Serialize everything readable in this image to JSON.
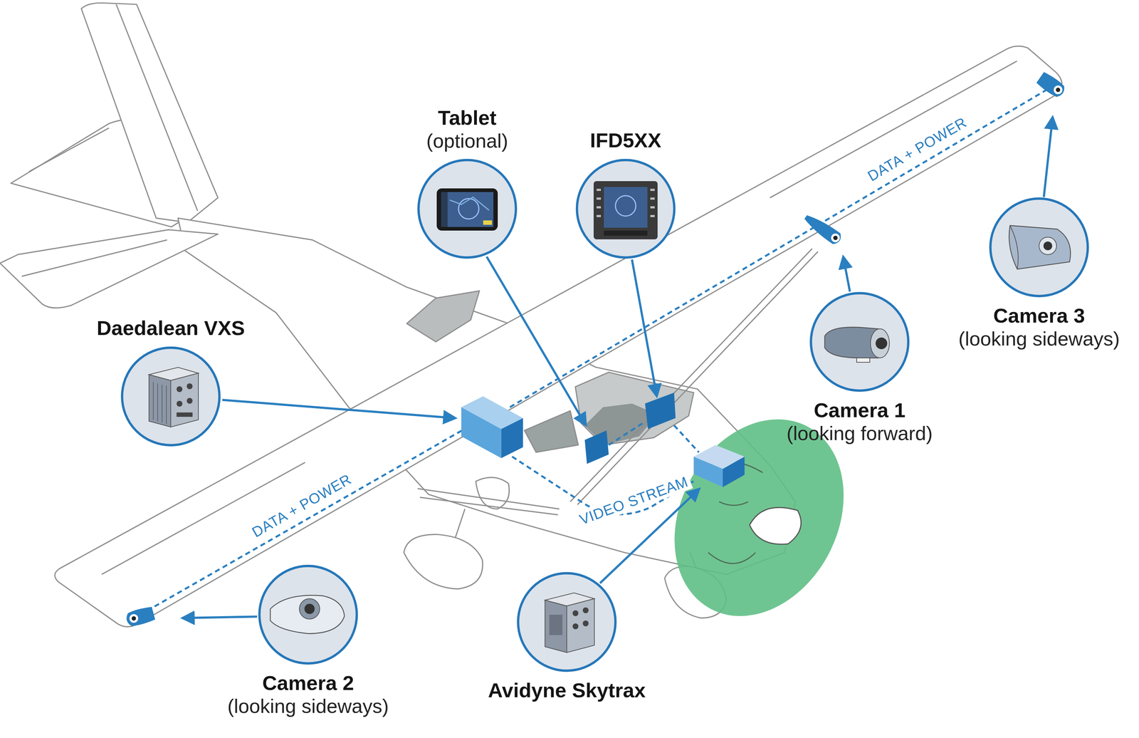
{
  "diagram": {
    "nodes": [
      {
        "text": [
          "Tablet",
          "(optional)"
        ]
      },
      {
        "text": [
          "IFD5XX"
        ]
      },
      {
        "text": [
          "Daedalean VXS"
        ]
      },
      {
        "text": [
          "Camera 3",
          "(looking sideways)"
        ]
      },
      {
        "text": [
          "Camera 1",
          "(looking forward)"
        ]
      },
      {
        "text": [
          "Camera 2",
          "(looking sideways)"
        ]
      },
      {
        "text": [
          "Avidyne Skytrax"
        ]
      }
    ],
    "labels": [
      "DATA + POWER",
      "DATA + POWER",
      "VIDEO STREAM"
    ]
  }
}
